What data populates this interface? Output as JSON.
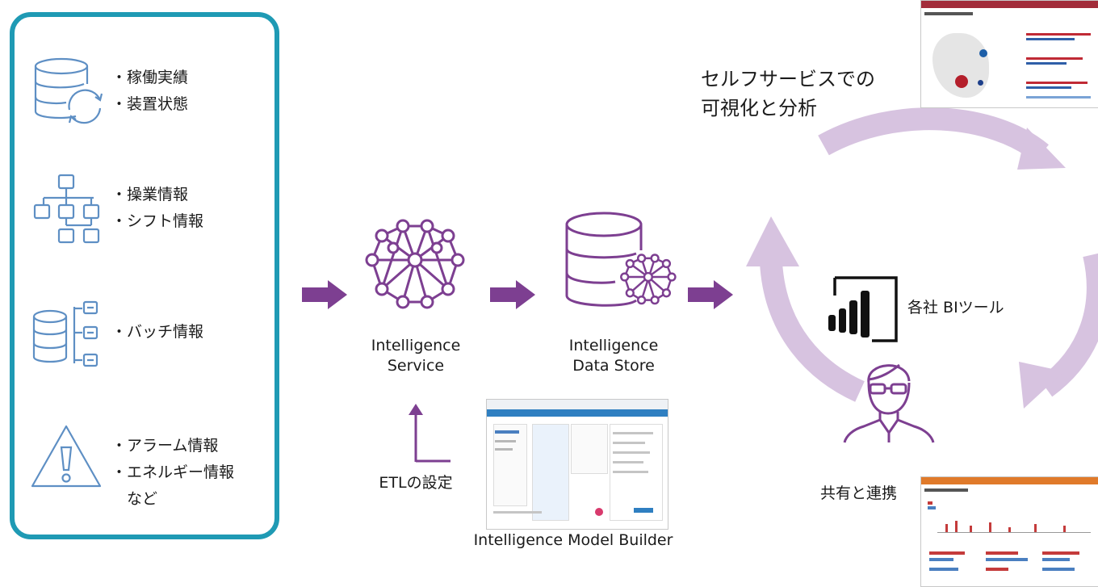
{
  "sources": {
    "groups": [
      {
        "icon": "database-refresh-icon",
        "items": [
          "・稼働実績",
          "・装置状態"
        ]
      },
      {
        "icon": "hierarchy-icon",
        "items": [
          "・操業情報",
          "・シフト情報"
        ]
      },
      {
        "icon": "database-tree-icon",
        "items": [
          "・バッチ情報"
        ]
      },
      {
        "icon": "warning-icon",
        "items": [
          "・アラーム情報",
          "・エネルギー情報",
          "　など"
        ]
      }
    ]
  },
  "flow": {
    "service_line1": "Intelligence",
    "service_line2": "Service",
    "store_line1": "Intelligence",
    "store_line2": "Data Store",
    "etl_label": "ETLの設定",
    "model_builder_label": "Intelligence Model Builder"
  },
  "bi": {
    "self_service_line1": "セルフサービスでの",
    "self_service_line2": "可視化と分析",
    "tool_label": "各社 BIツール",
    "share_label": "共有と連携"
  },
  "colors": {
    "frame": "#1f9ab4",
    "source_icon": "#5e8fc4",
    "flow_purple": "#7d3f91",
    "cycle_lavender": "#d7c3e0"
  }
}
